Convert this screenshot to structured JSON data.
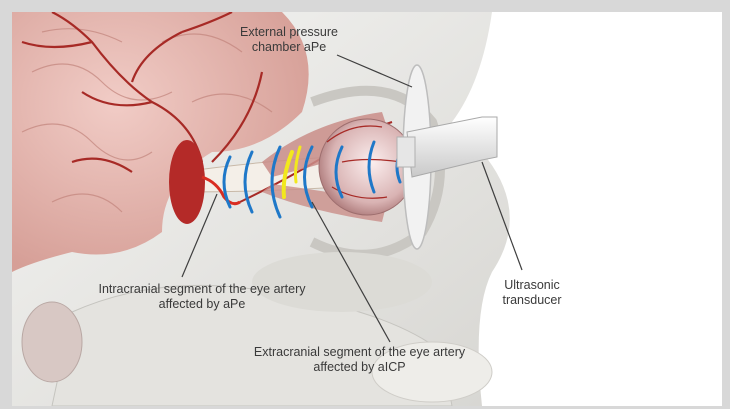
{
  "labels": {
    "pressure_chamber": {
      "line1": "External pressure",
      "line2": "chamber aPe"
    },
    "transducer": {
      "line1": "Ultrasonic",
      "line2": "transducer"
    },
    "intracranial": {
      "line1": "Intracranial segment of the eye artery",
      "line2": "affected by aPe"
    },
    "extracranial": {
      "line1": "Extracranial segment of the eye artery",
      "line2": "affected by aICP"
    }
  },
  "colors": {
    "brain": "#e7b9b2",
    "artery": "#b2302c",
    "bone": "#ececea",
    "wave": "#1f78c8",
    "highlight": "#f2e81d",
    "leader_line": "#3f3f3f"
  }
}
